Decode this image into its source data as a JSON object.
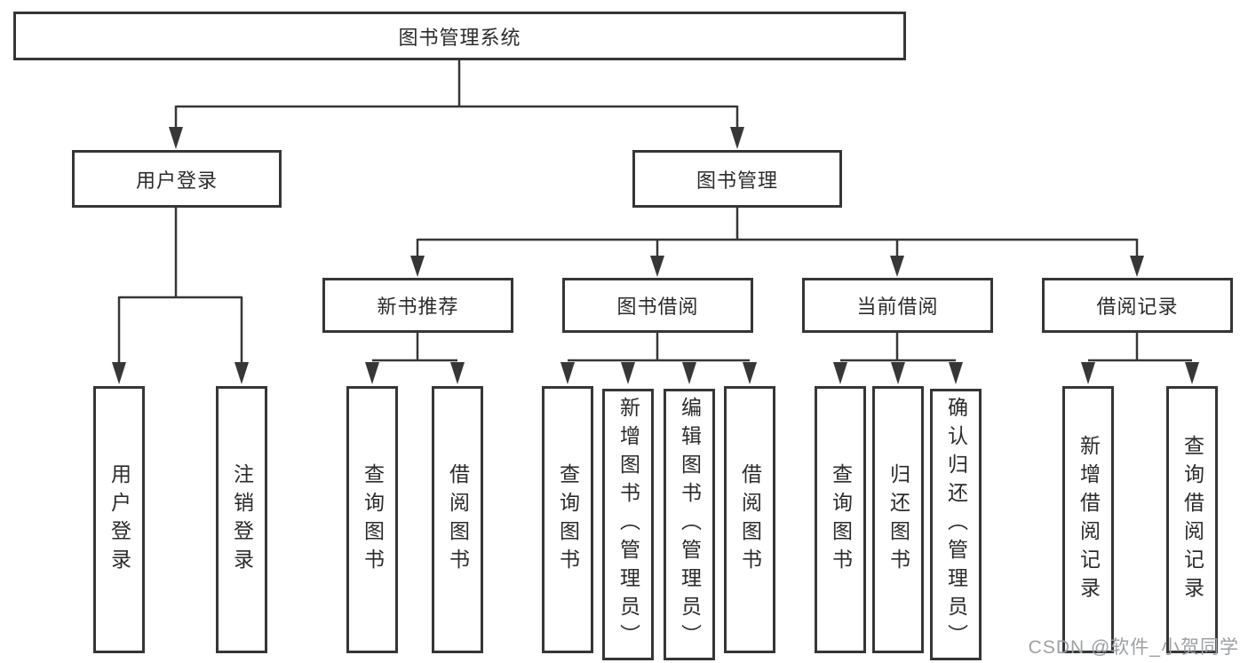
{
  "diagram": {
    "root": {
      "label": "图书管理系统"
    },
    "branches": [
      {
        "label": "用户登录",
        "children": [
          {
            "label": "用户登录"
          },
          {
            "label": "注销登录"
          }
        ]
      },
      {
        "label": "图书管理",
        "children": [
          {
            "label": "新书推荐",
            "children": [
              {
                "label": "查询图书"
              },
              {
                "label": "借阅图书"
              }
            ]
          },
          {
            "label": "图书借阅",
            "children": [
              {
                "label": "查询图书"
              },
              {
                "label": "新增图书（管理员）"
              },
              {
                "label": "编辑图书（管理员）"
              },
              {
                "label": "借阅图书"
              }
            ]
          },
          {
            "label": "当前借阅",
            "children": [
              {
                "label": "查询图书"
              },
              {
                "label": "归还图书"
              },
              {
                "label": "确认归还（管理员）"
              }
            ]
          },
          {
            "label": "借阅记录",
            "children": [
              {
                "label": "新增借阅记录"
              },
              {
                "label": "查询借阅记录"
              }
            ]
          }
        ]
      }
    ]
  },
  "watermark": {
    "text": "CSDN @软件_小贺同学"
  },
  "colors": {
    "line": "#373737",
    "border": "#363636",
    "text": "#2b2b2b",
    "watermark_text": "#9da0a3",
    "background": "#ffffff"
  }
}
